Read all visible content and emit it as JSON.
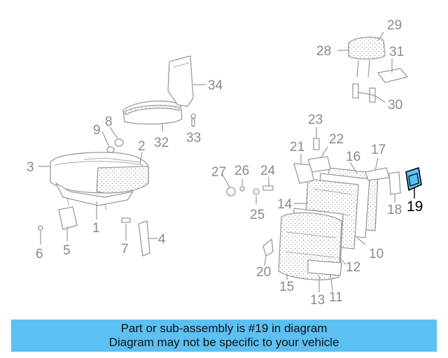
{
  "diagram": {
    "highlighted_part": "19",
    "highlight_color": "#5cc0f2",
    "callouts": {
      "c1": "1",
      "c2": "2",
      "c3": "3",
      "c4": "4",
      "c5": "5",
      "c6": "6",
      "c7": "7",
      "c8": "8",
      "c9": "9",
      "c10": "10",
      "c11": "11",
      "c12": "12",
      "c13": "13",
      "c14": "14",
      "c15": "15",
      "c16": "16",
      "c17": "17",
      "c18": "18",
      "c19": "19",
      "c20": "20",
      "c21": "21",
      "c22": "22",
      "c23": "23",
      "c24": "24",
      "c25": "25",
      "c26": "26",
      "c27": "27",
      "c28": "28",
      "c29": "29",
      "c30": "30",
      "c31": "31",
      "c32": "32",
      "c33": "33",
      "c34": "34"
    }
  },
  "banner": {
    "line1": "Part or sub-assembly is #19 in diagram",
    "line2": "Diagram may not be specific to your vehicle",
    "background": "#5cc0f2"
  }
}
